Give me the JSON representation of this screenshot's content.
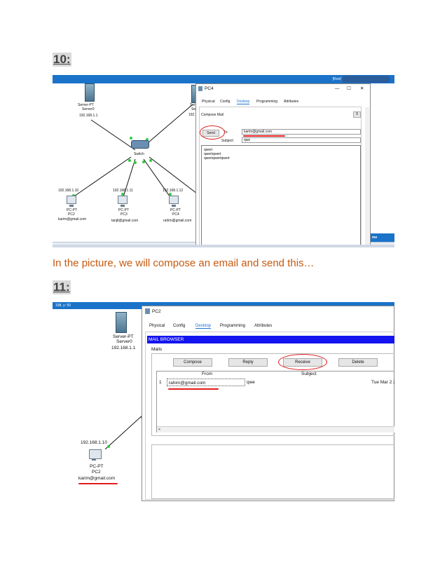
{
  "section10": {
    "heading": "10:"
  },
  "shot1": {
    "topbar_label": "[Root]",
    "servers": [
      {
        "name": "Server-PT",
        "sub": "Server0",
        "ip": "192.168.1.1"
      },
      {
        "name": "Serv",
        "sub": "Se",
        "ip": "192."
      }
    ],
    "switch_label": "Switch",
    "pcs": [
      {
        "ip": "192.168.1.10",
        "type": "PC-PT",
        "name": "PC2",
        "email": "karim@gmail.com"
      },
      {
        "ip": "192.168.1.11",
        "type": "PC-PT",
        "name": "PC3",
        "email": "tanjil@gmail.com"
      },
      {
        "ip": "192.168.1.12",
        "type": "PC-PT",
        "name": "PC4",
        "email": "rahim@gmail.com"
      }
    ],
    "window": {
      "title": "PC4",
      "min": "—",
      "max": "☐",
      "close": "✕",
      "tabs": [
        "Physical",
        "Config",
        "Desktop",
        "Programming",
        "Attributes"
      ],
      "compose_title": "Compose Mail",
      "close_x": "X",
      "send": "Send",
      "to_label": "To:",
      "to_value": "karim@gmail.com",
      "subject_label": "Subject:",
      "subject_value": "qwe",
      "body": [
        "qwert",
        "qwertqwert",
        "qwertqwertqwert"
      ]
    },
    "corner_label": "me"
  },
  "caption": "In the picture, we will compose an email and send this…",
  "section11": {
    "heading": "11:"
  },
  "shot2": {
    "corner": "198, y: 50",
    "server": {
      "name": "Server-PT",
      "sub": "Server0",
      "ip": "192.168.1.1"
    },
    "pc": {
      "ip": "192.168.1.10",
      "type": "PC-PT",
      "name": "PC2",
      "email": "karim@gmail.com"
    },
    "window": {
      "title": "PC2",
      "tabs": [
        "Physical",
        "Config",
        "Desktop",
        "Programming",
        "Attributes"
      ],
      "bar_title": "MAIL BROWSER",
      "mails_label": "Mails",
      "buttons": [
        "Compose",
        "Reply",
        "Receive",
        "Delete"
      ],
      "col_from": "From",
      "col_subject": "Subject",
      "row_num": "1",
      "row_from": "rahim@gmail.com",
      "row_subject": "qwe",
      "row_date": "Tue Mar 2 2"
    }
  }
}
